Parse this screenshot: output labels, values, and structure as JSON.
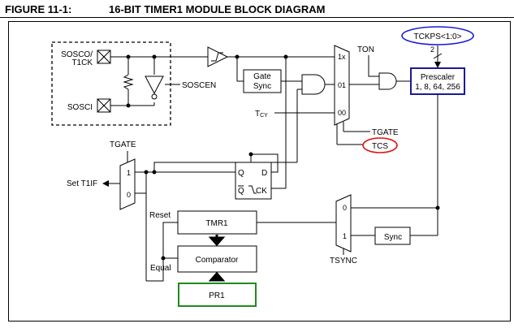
{
  "figure": {
    "number": "FIGURE 11-1:",
    "title": "16-BIT TIMER1 MODULE BLOCK DIAGRAM"
  },
  "oscillator": {
    "sosco_line1": "SOSCO/",
    "sosco_line2": "T1CK",
    "sosci": "SOSCI",
    "soscen": "SOSCEN"
  },
  "gate_sync": {
    "line1": "Gate",
    "line2": "Sync"
  },
  "tcy": {
    "base": "T",
    "sub": "CY"
  },
  "mux_main": {
    "in_1x": "1x",
    "in_01": "01",
    "in_00": "00"
  },
  "ton": "TON",
  "tgate_right": "TGATE",
  "tcs": "TCS",
  "tckps": "TCKPS<1:0>",
  "tckps_width": "2",
  "prescaler": {
    "title": "Prescaler",
    "ratios": "1, 8, 64, 256"
  },
  "tgate_left": "TGATE",
  "set_t1if": "Set T1IF",
  "mux_left": {
    "in1": "1",
    "in0": "0"
  },
  "flipflop": {
    "q": "Q",
    "d": "D",
    "qbar": "Q",
    "ck": "CK"
  },
  "reset": "Reset",
  "tmr1": "TMR1",
  "comparator": "Comparator",
  "equal": "Equal",
  "pr1": "PR1",
  "mux_sync": {
    "in0": "0",
    "in1": "1"
  },
  "tsync": "TSYNC",
  "sync": "Sync",
  "colors": {
    "tckps_outline": "#1a1ad6",
    "tcs_outline": "#e01010",
    "prescaler_border": "#1a1a9a",
    "pr1_border": "#1f8a1f"
  }
}
